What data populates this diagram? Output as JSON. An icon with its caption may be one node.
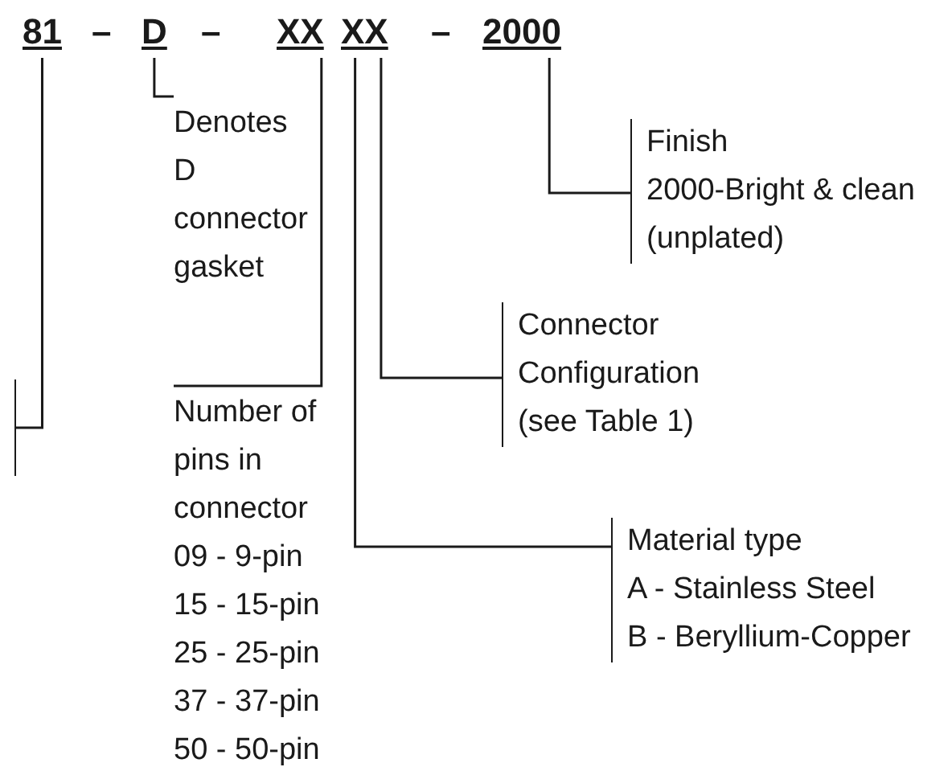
{
  "diagram": {
    "nodes": [
      {
        "text": [
          "81"
        ]
      },
      {
        "text": [
          "D"
        ]
      },
      {
        "text": [
          "XX"
        ]
      },
      {
        "text": [
          "XX"
        ]
      },
      {
        "text": [
          "2000"
        ]
      },
      {
        "text": [
          "Denotes D connector gasket"
        ]
      },
      {
        "text": [
          "Finish",
          "2000-Bright & clean (unplated)"
        ]
      },
      {
        "text": [
          "Connector Configuration (see Table 1)"
        ]
      },
      {
        "text": [
          "Number of pins in connector",
          "09 - 9-pin",
          "15 - 15-pin",
          "25 - 25-pin",
          "37 - 37-pin",
          "50 - 50-pin"
        ]
      },
      {
        "text": [
          "Material type",
          "A - Stainless Steel",
          "B - Beryllium-Copper"
        ]
      },
      {
        "text": [],
        "shape": "bar"
      }
    ],
    "edges": [
      {
        "from": 0,
        "to": 10,
        "arrow": "none"
      },
      {
        "from": 1,
        "to": 5,
        "arrow": "none"
      },
      {
        "from": 2,
        "to": 8,
        "arrow": "none"
      },
      {
        "from": 3,
        "to": 9,
        "arrow": "none"
      },
      {
        "from": 3,
        "to": 7,
        "arrow": "none"
      },
      {
        "from": 4,
        "to": 6,
        "arrow": "none"
      }
    ],
    "labels": [
      "–",
      "–",
      "–"
    ]
  }
}
